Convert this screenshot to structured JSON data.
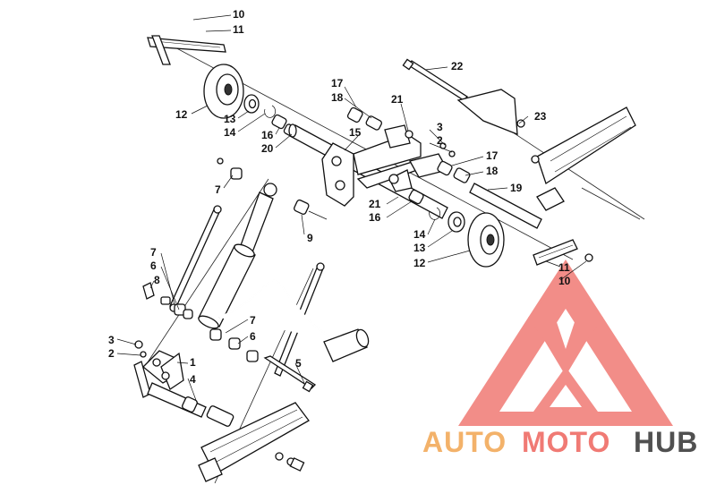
{
  "callouts": [
    {
      "id": "c10a",
      "text": "10"
    },
    {
      "id": "c11a",
      "text": "11"
    },
    {
      "id": "c12a",
      "text": "12"
    },
    {
      "id": "c13a",
      "text": "13"
    },
    {
      "id": "c14a",
      "text": "14"
    },
    {
      "id": "c16a",
      "text": "16"
    },
    {
      "id": "c20",
      "text": "20"
    },
    {
      "id": "c17a",
      "text": "17"
    },
    {
      "id": "c18a",
      "text": "18"
    },
    {
      "id": "c21a",
      "text": "21"
    },
    {
      "id": "c15",
      "text": "15"
    },
    {
      "id": "c3a",
      "text": "3"
    },
    {
      "id": "c2a",
      "text": "2"
    },
    {
      "id": "c22",
      "text": "22"
    },
    {
      "id": "c23",
      "text": "23"
    },
    {
      "id": "c17b",
      "text": "17"
    },
    {
      "id": "c18b",
      "text": "18"
    },
    {
      "id": "c19",
      "text": "19"
    },
    {
      "id": "c7a",
      "text": "7"
    },
    {
      "id": "c21b",
      "text": "21"
    },
    {
      "id": "c16b",
      "text": "16"
    },
    {
      "id": "c9",
      "text": "9"
    },
    {
      "id": "c14b",
      "text": "14"
    },
    {
      "id": "c13b",
      "text": "13"
    },
    {
      "id": "c12b",
      "text": "12"
    },
    {
      "id": "c11b",
      "text": "11"
    },
    {
      "id": "c10b",
      "text": "10"
    },
    {
      "id": "c7b",
      "text": "7"
    },
    {
      "id": "c6a",
      "text": "6"
    },
    {
      "id": "c8",
      "text": "8"
    },
    {
      "id": "c7c",
      "text": "7"
    },
    {
      "id": "c6b",
      "text": "6"
    },
    {
      "id": "c3b",
      "text": "3"
    },
    {
      "id": "c2b",
      "text": "2"
    },
    {
      "id": "c1",
      "text": "1"
    },
    {
      "id": "c5",
      "text": "5"
    },
    {
      "id": "c4",
      "text": "4"
    }
  ],
  "watermark": {
    "text_auto": "AUTO",
    "text_moto": "MOTO",
    "text_hub": "HUB",
    "accent_color": "#f07a74",
    "hub_color": "#505050",
    "auto_color": "#f3b26a"
  }
}
